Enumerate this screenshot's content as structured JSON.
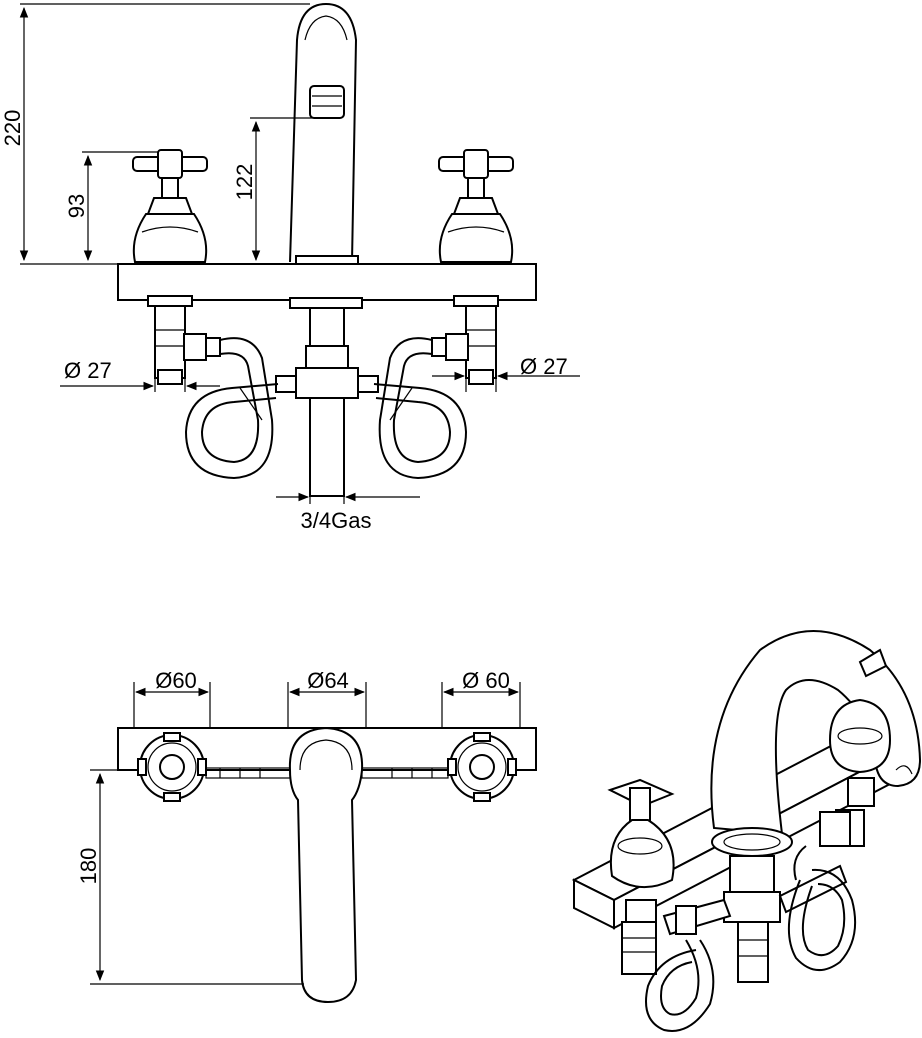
{
  "dimensions": {
    "front": {
      "total_height": "220",
      "handle_height": "93",
      "spout_height": "122",
      "left_pipe_dia": "Ø 27",
      "right_pipe_dia": "Ø 27",
      "outlet_thread": "3/4Gas"
    },
    "top": {
      "left_handle_dia": "Ø60",
      "spout_base_dia": "Ø64",
      "right_handle_dia": "Ø 60",
      "spout_reach": "180"
    }
  }
}
